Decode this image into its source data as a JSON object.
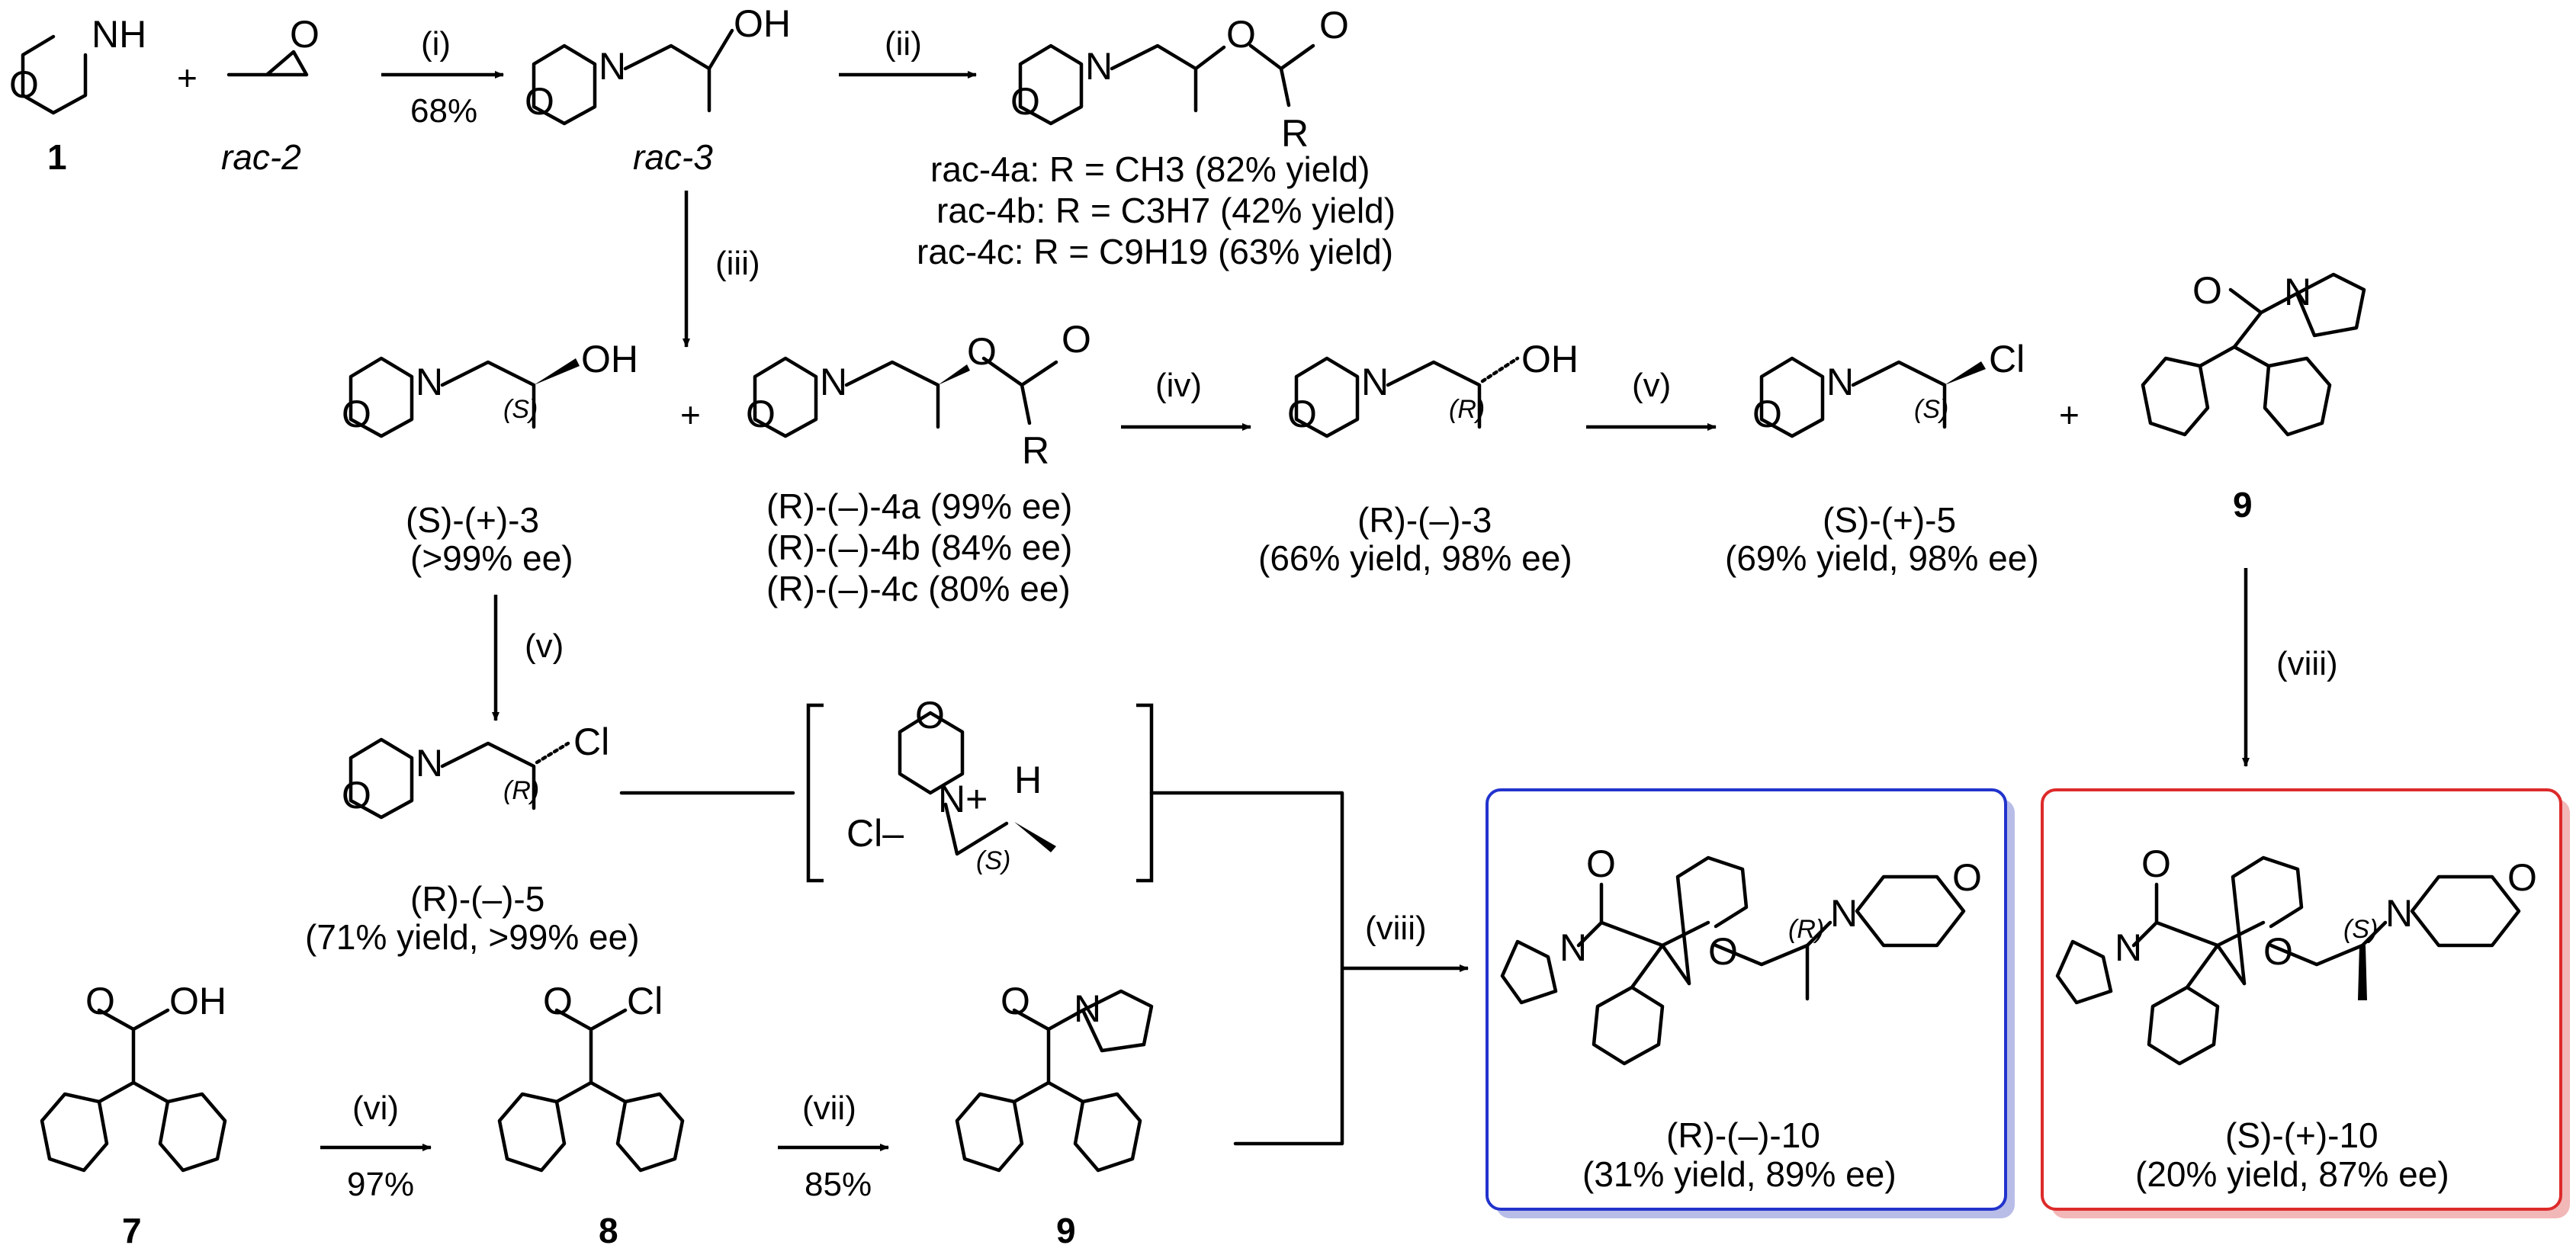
{
  "compounds": {
    "c1": "1",
    "rac2": "rac-2",
    "rac3": "rac-3",
    "rac4a": "rac-4a: R = CH3 (82% yield)",
    "rac4b": "rac-4b: R = C3H7 (42% yield)",
    "rac4c": "rac-4c: R = C9H19 (63% yield)",
    "S3": "(S)-(+)-3",
    "S3_ee": "(>99% ee)",
    "R4a": "(R)-(–)-4a (99% ee)",
    "R4b": "(R)-(–)-4b (84% ee)",
    "R4c": "(R)-(–)-4c (80% ee)",
    "R3": "(R)-(–)-3",
    "R3_yield": "(66% yield, 98% ee)",
    "S5": "(S)-(+)-5",
    "S5_yield": "(69% yield, 98% ee)",
    "c9_top": "9",
    "R5": "(R)-(–)-5",
    "R5_yield": "(71% yield, >99% ee)",
    "c7": "7",
    "c8": "8",
    "c9_bottom": "9",
    "R10": "(R)-(–)-10",
    "R10_yield": "(31% yield, 89% ee)",
    "S10": "(S)-(+)-10",
    "S10_yield": "(20% yield, 87% ee)"
  },
  "conditions": {
    "i": "(i)",
    "i_yield": "68%",
    "ii": "(ii)",
    "iii": "(iii)",
    "iv": "(iv)",
    "v_top": "(v)",
    "v_left": "(v)",
    "vi": "(vi)",
    "vi_yield": "97%",
    "vii": "(vii)",
    "vii_yield": "85%",
    "viii_right": "(viii)",
    "viii_center": "(viii)"
  },
  "atoms": {
    "N": "N",
    "NH": "NH",
    "O": "O",
    "OH": "OH",
    "Cl": "Cl",
    "R": "R",
    "H": "H",
    "N_plus": "N+",
    "Cl_minus": "Cl–"
  },
  "stereo_labels": {
    "S": "(S)",
    "R": "(R)"
  },
  "colors": {
    "box_R10": "#2233cc",
    "box_S10": "#dd2a2a",
    "shadow_R10": "#b8bde8",
    "shadow_S10": "#f2b7b7"
  }
}
